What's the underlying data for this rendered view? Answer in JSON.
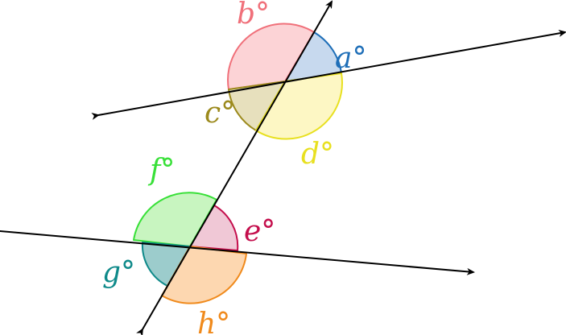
{
  "angles": [
    {
      "id": "a",
      "label": "a°",
      "color": "#1f6fb8",
      "fill": "#c7d9ee"
    },
    {
      "id": "b",
      "label": "b°",
      "color": "#f0707a",
      "fill": "#fcd3d6"
    },
    {
      "id": "c",
      "label": "c°",
      "color": "#9c8a1d",
      "fill": "#e7e0bd"
    },
    {
      "id": "d",
      "label": "d°",
      "color": "#e8e020",
      "fill": "#fdf7c4"
    },
    {
      "id": "e",
      "label": "e°",
      "color": "#c40e4c",
      "fill": "#f0c8d6"
    },
    {
      "id": "f",
      "label": "f°",
      "color": "#38e038",
      "fill": "#c8f5c0"
    },
    {
      "id": "g",
      "label": "g°",
      "color": "#0f8a8a",
      "fill": "#9ccccc"
    },
    {
      "id": "h",
      "label": "h°",
      "color": "#f08a1c",
      "fill": "#fdd7b0"
    }
  ],
  "line_color": "#000000"
}
